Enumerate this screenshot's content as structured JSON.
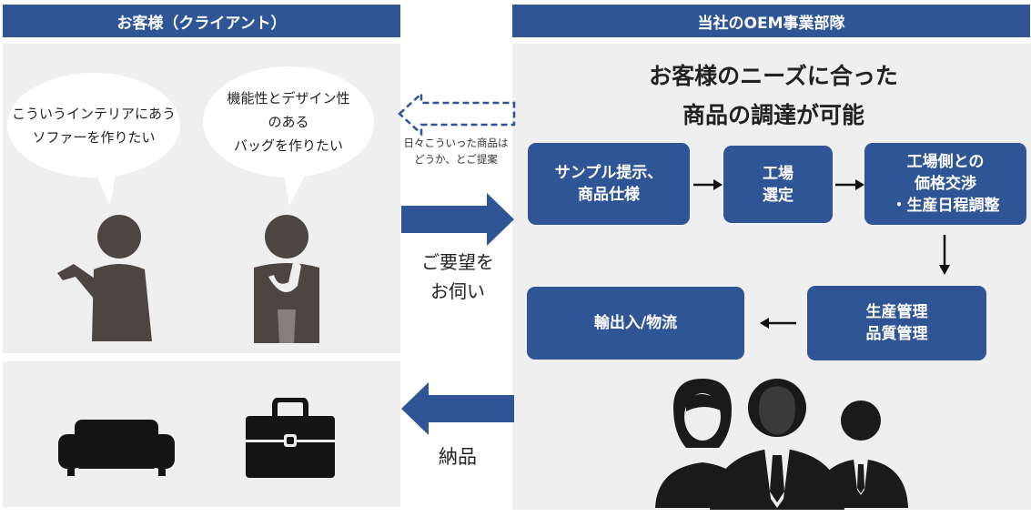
{
  "left_header": "お客様（クライアント）",
  "right_header": "当社のOEM事業部隊",
  "customer": {
    "bubble1_lines": [
      "こういうインテリアにあう",
      "ソファーを作りたい"
    ],
    "bubble2_lines": [
      "機能性とデザイン性",
      "のある",
      "バッグを作りたい"
    ]
  },
  "proposal_lines": [
    "日々こういった商品は",
    "どうか、とご提案"
  ],
  "request_lines": [
    "ご要望を",
    "お伺い"
  ],
  "delivery_label": "納品",
  "headline_lines": [
    "お客様のニーズに合った",
    "商品の調達が可能"
  ],
  "flow": {
    "step1_lines": [
      "サンプル提示、",
      "商品仕様"
    ],
    "step2_lines": [
      "工場",
      "選定"
    ],
    "step3_lines": [
      "工場側との",
      "価格交渉",
      "・生産日程調整"
    ],
    "step4_lines": [
      "生産管理",
      "品質管理"
    ],
    "step5_lines": [
      "輸出入/物流"
    ]
  },
  "colors": {
    "header_blue": "#2f5597",
    "panel_gray": "#efefef",
    "icon_dark": "#4d4542"
  },
  "icons": [
    "person-speaking-icon",
    "person-thinking-icon",
    "sofa-icon",
    "briefcase-icon",
    "business-team-icon"
  ]
}
